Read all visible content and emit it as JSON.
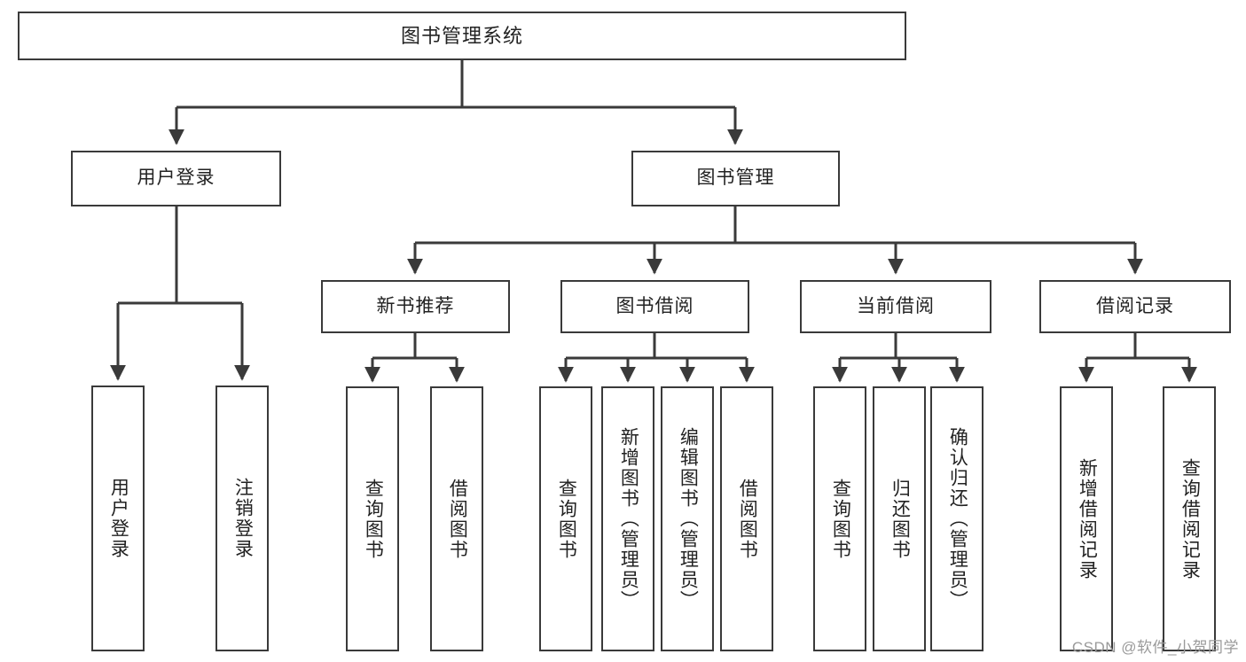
{
  "diagram": {
    "title": "图书管理系统",
    "type": "tree",
    "stroke_color": "#3a3a3a",
    "text_color": "#222222",
    "background_color": "#ffffff",
    "watermark": "CSDN @软件_小贺同学"
  },
  "nodes": {
    "root": {
      "label": "图书管理系统"
    },
    "level2": [
      {
        "id": "user-login",
        "label": "用户登录"
      },
      {
        "id": "book-management",
        "label": "图书管理"
      }
    ],
    "level3": [
      {
        "id": "new-book-recommend",
        "label": "新书推荐"
      },
      {
        "id": "book-borrow",
        "label": "图书借阅"
      },
      {
        "id": "current-borrow",
        "label": "当前借阅"
      },
      {
        "id": "borrow-record",
        "label": "借阅记录"
      }
    ],
    "leaves": {
      "user_login": [
        {
          "id": "leaf-user-login",
          "label": "用户登录"
        },
        {
          "id": "leaf-logout-login",
          "label": "注销登录"
        }
      ],
      "new_book_recommend": [
        {
          "id": "leaf-query-book-1",
          "label": "查询图书"
        },
        {
          "id": "leaf-borrow-book-1",
          "label": "借阅图书"
        }
      ],
      "book_borrow": [
        {
          "id": "leaf-query-book-2",
          "label": "查询图书"
        },
        {
          "id": "leaf-add-book",
          "label": "新增图书（管理员）"
        },
        {
          "id": "leaf-edit-book",
          "label": "编辑图书（管理员）"
        },
        {
          "id": "leaf-borrow-book-2",
          "label": "借阅图书"
        }
      ],
      "current_borrow": [
        {
          "id": "leaf-query-book-3",
          "label": "查询图书"
        },
        {
          "id": "leaf-return-book",
          "label": "归还图书"
        },
        {
          "id": "leaf-confirm-return",
          "label": "确认归还（管理员）"
        }
      ],
      "borrow_record": [
        {
          "id": "leaf-add-borrow-record",
          "label": "新增借阅记录"
        },
        {
          "id": "leaf-query-borrow-record",
          "label": "查询借阅记录"
        }
      ]
    }
  },
  "chart_data": {
    "type": "tree",
    "title": "图书管理系统",
    "edges": [
      {
        "from": "图书管理系统",
        "to": "用户登录"
      },
      {
        "from": "图书管理系统",
        "to": "图书管理"
      },
      {
        "from": "用户登录",
        "to": "用户登录"
      },
      {
        "from": "用户登录",
        "to": "注销登录"
      },
      {
        "from": "图书管理",
        "to": "新书推荐"
      },
      {
        "from": "图书管理",
        "to": "图书借阅"
      },
      {
        "from": "图书管理",
        "to": "当前借阅"
      },
      {
        "from": "图书管理",
        "to": "借阅记录"
      },
      {
        "from": "新书推荐",
        "to": "查询图书"
      },
      {
        "from": "新书推荐",
        "to": "借阅图书"
      },
      {
        "from": "图书借阅",
        "to": "查询图书"
      },
      {
        "from": "图书借阅",
        "to": "新增图书（管理员）"
      },
      {
        "from": "图书借阅",
        "to": "编辑图书（管理员）"
      },
      {
        "from": "图书借阅",
        "to": "借阅图书"
      },
      {
        "from": "当前借阅",
        "to": "查询图书"
      },
      {
        "from": "当前借阅",
        "to": "归还图书"
      },
      {
        "from": "当前借阅",
        "to": "确认归还（管理员）"
      },
      {
        "from": "借阅记录",
        "to": "新增借阅记录"
      },
      {
        "from": "借阅记录",
        "to": "查询借阅记录"
      }
    ]
  }
}
